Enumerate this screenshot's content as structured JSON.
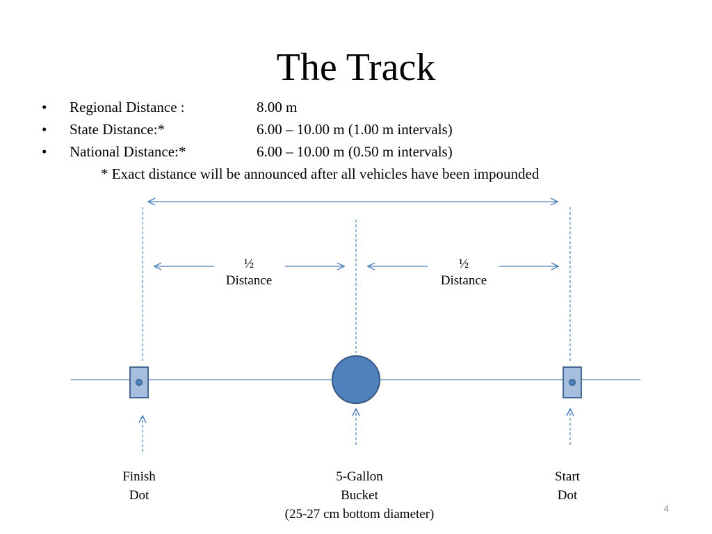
{
  "title": "The Track",
  "bullets": [
    {
      "symbol": "•",
      "label": "Regional Distance :",
      "value": "8.00 m"
    },
    {
      "symbol": "•",
      "label": "State Distance:*",
      "value": "6.00 – 10.00 m (1.00 m intervals)"
    },
    {
      "symbol": "•",
      "label": "National Distance:*",
      "value": "6.00 – 10.00 m (0.50 m intervals)"
    }
  ],
  "note": "* Exact distance will be announced after all vehicles have been impounded",
  "diagram": {
    "half_left": {
      "fraction": "½",
      "word": "Distance"
    },
    "half_right": {
      "fraction": "½",
      "word": "Distance"
    },
    "finish_label": "Finish\nDot",
    "bucket_label": "5-Gallon\nBucket\n(25-27 cm bottom diameter)",
    "start_label": "Start\nDot"
  },
  "colors": {
    "line": "#4f81bd",
    "bucket_fill": "#4f81bd",
    "bucket_stroke": "#385d8a",
    "dot_box_fill": "#a7bfde"
  },
  "page_number": "4"
}
